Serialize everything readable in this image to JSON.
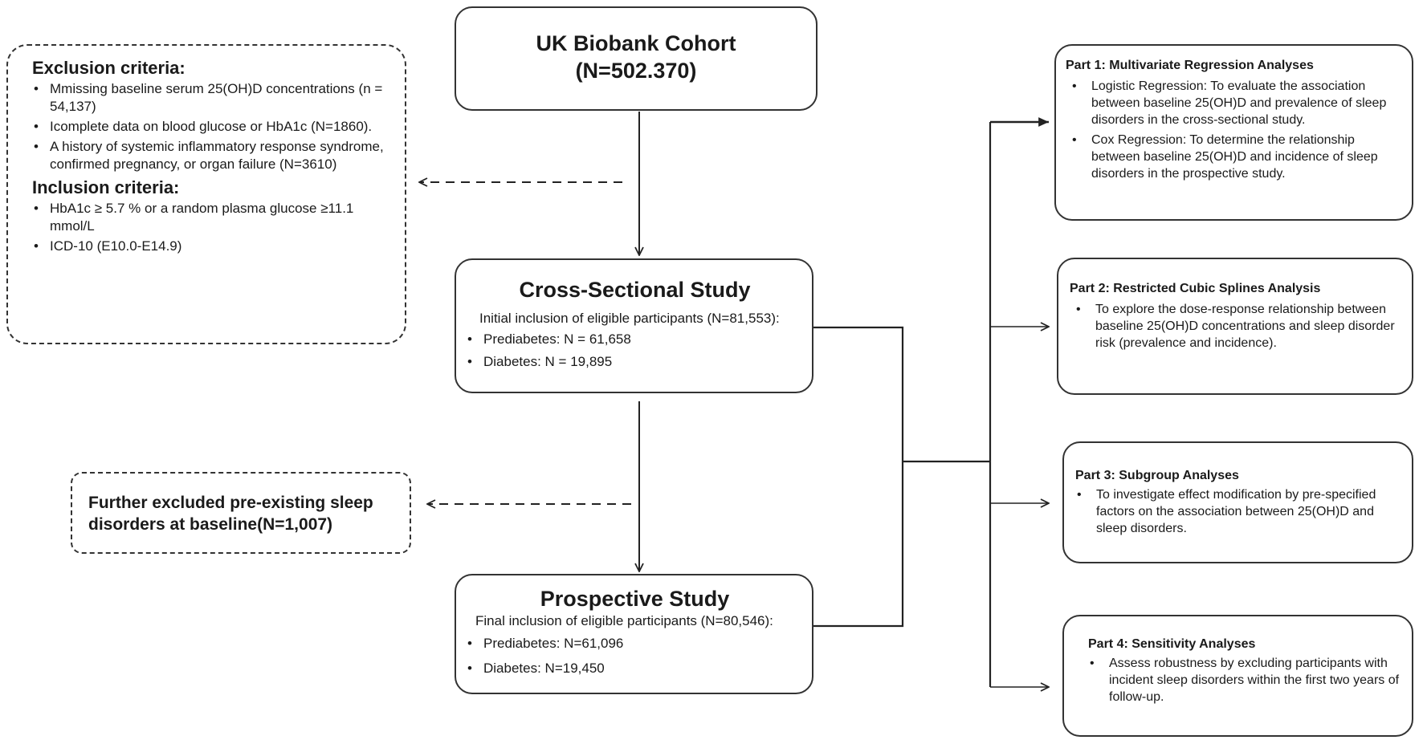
{
  "cohort": {
    "title": "UK Biobank Cohort",
    "count": "(N=502.370)"
  },
  "criteria": {
    "exclusion_title": "Exclusion criteria:",
    "exclusion_items": [
      "Mmissing baseline serum 25(OH)D concentrations (n = 54,137)",
      "Icomplete data on blood glucose or HbA1c (N=1860).",
      "A history of systemic inflammatory response syndrome, confirmed pregnancy, or organ failure (N=3610)"
    ],
    "inclusion_title": "Inclusion criteria:",
    "inclusion_items": [
      "HbA1c ≥ 5.7 % or a random plasma glucose ≥11.1 mmol/L",
      "ICD-10 (E10.0-E14.9)"
    ]
  },
  "cross_sectional": {
    "title": "Cross-Sectional Study",
    "subtitle": "Initial inclusion of eligible participants (N=81,553):",
    "items": [
      "Prediabetes: N = 61,658",
      "Diabetes: N = 19,895"
    ]
  },
  "excluded_sleep": {
    "text": "Further excluded pre-existing sleep disorders at baseline(N=1,007)"
  },
  "prospective": {
    "title": "Prospective Study",
    "subtitle": "Final inclusion of eligible participants (N=80,546):",
    "items": [
      "Prediabetes: N=61,096",
      "Diabetes: N=19,450"
    ]
  },
  "parts": [
    {
      "title": "Part 1: Multivariate Regression Analyses",
      "items": [
        "Logistic Regression: To evaluate the association between baseline 25(OH)D and prevalence of sleep disorders in the cross-sectional study.",
        "Cox Regression: To determine the relationship between baseline 25(OH)D and incidence of sleep disorders in the prospective study."
      ]
    },
    {
      "title": "Part 2: Restricted Cubic Splines Analysis",
      "items": [
        "To explore the dose-response relationship between baseline 25(OH)D concentrations and sleep disorder risk (prevalence and incidence)."
      ]
    },
    {
      "title": "Part 3: Subgroup Analyses",
      "items": [
        "To investigate effect modification by pre-specified factors on the association between 25(OH)D and sleep disorders."
      ]
    },
    {
      "title": "Part 4: Sensitivity Analyses",
      "items": [
        "Assess robustness by excluding participants with incident sleep disorders within the first two years of follow-up."
      ]
    }
  ]
}
